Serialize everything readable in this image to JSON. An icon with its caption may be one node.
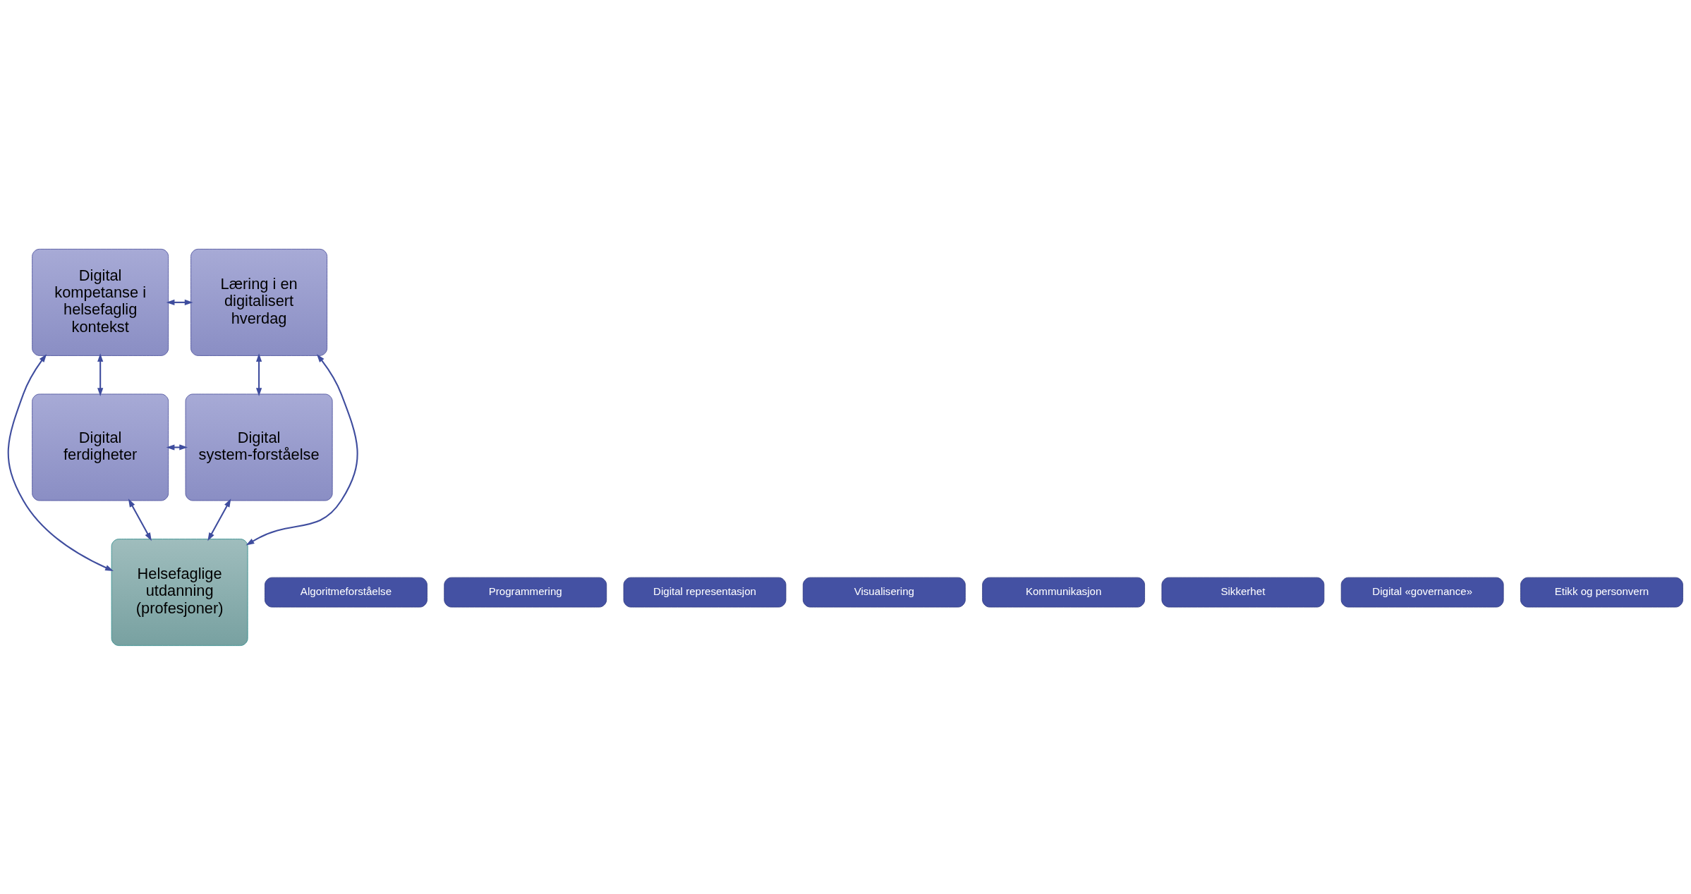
{
  "diagram": {
    "nodes": [
      {
        "text": [
          "Digital kompetanse i helsefaglig kontekst"
        ]
      },
      {
        "text": [
          "Læring i en digitalisert hverdag"
        ]
      },
      {
        "text": [
          "Algoritmeforståelse"
        ]
      },
      {
        "text": [
          "Programmering"
        ]
      },
      {
        "text": [
          "Digital representasjon"
        ]
      },
      {
        "text": [
          "Visualisering"
        ]
      },
      {
        "text": [
          "Helsefaglige utdanning (profesjoner)"
        ]
      },
      {
        "text": [
          "Kommunikasjon"
        ]
      },
      {
        "text": [
          "Sikkerhet"
        ]
      },
      {
        "text": [
          "Digital «governance»"
        ]
      },
      {
        "text": [
          "Etikk og personvern"
        ]
      },
      {
        "text": [
          "Digital ferdigheter"
        ]
      },
      {
        "text": [
          "Digital system-forståelse"
        ]
      }
    ],
    "edges": [
      {
        "from": 0,
        "to": 1,
        "arrow": "both"
      },
      {
        "from": 0,
        "to": 6,
        "arrow": "both"
      },
      {
        "from": 1,
        "to": 6,
        "arrow": "both"
      },
      {
        "from": 0,
        "to": 11,
        "arrow": "both"
      },
      {
        "from": 1,
        "to": 12,
        "arrow": "both"
      },
      {
        "from": 11,
        "to": 6,
        "arrow": "both"
      },
      {
        "from": 12,
        "to": 6,
        "arrow": "both"
      },
      {
        "from": 11,
        "to": 12,
        "arrow": "both"
      }
    ]
  }
}
